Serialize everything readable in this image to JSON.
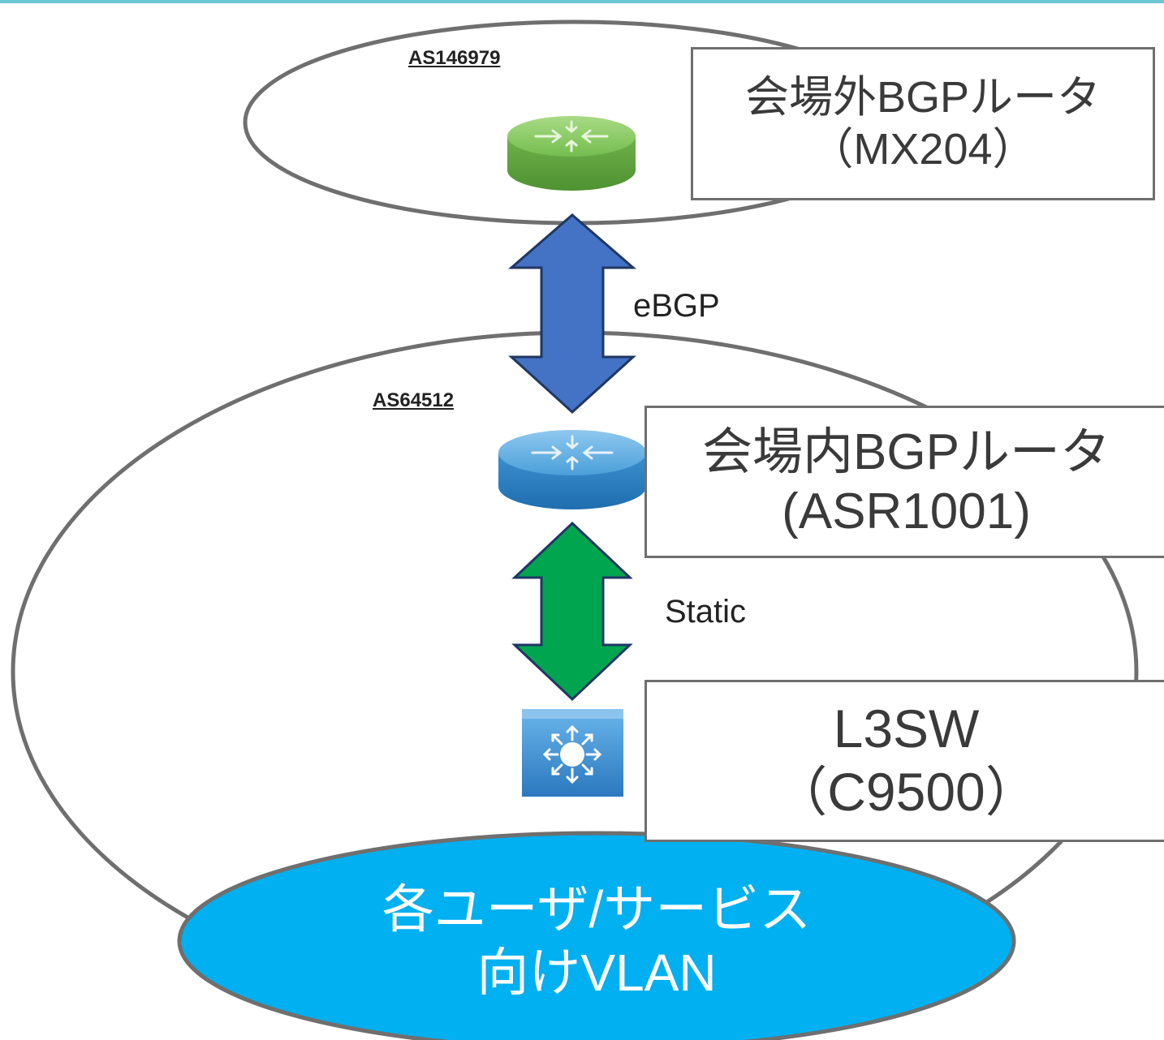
{
  "zones": {
    "external_as": "AS146979",
    "internal_as": "AS64512"
  },
  "devices": {
    "external_router": {
      "line1": "会場外BGPルータ",
      "line2": "（MX204）"
    },
    "internal_router": {
      "line1": "会場内BGPルータ",
      "line2": "(ASR1001)"
    },
    "l3_switch": {
      "line1": "L3SW",
      "line2": "（C9500）"
    }
  },
  "links": {
    "ebgp": "eBGP",
    "static": "Static"
  },
  "vlan": {
    "line1": "各ユーザ/サービス",
    "line2": "向けVLAN"
  },
  "colors": {
    "ebgp_arrow": "#4472c4",
    "static_arrow": "#00a550",
    "vlan_fill": "#00b0f0",
    "external_router": "#7cc35a",
    "internal_router": "#3d9ad7",
    "l3_switch": "#3d8fcf",
    "outline": "#6f6f6f"
  },
  "icons": [
    "router-icon",
    "router-icon",
    "layer3-switch-icon"
  ]
}
